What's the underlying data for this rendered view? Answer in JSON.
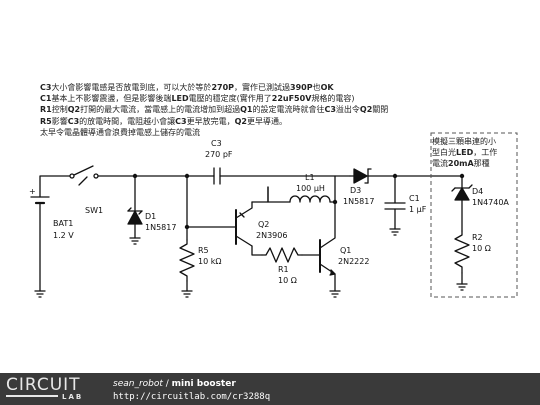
{
  "notes": {
    "lines": [
      [
        {
          "t": "C3",
          "b": true
        },
        {
          "t": "大小會影響電感是否放電到底，可以大於等於"
        },
        {
          "t": "270P",
          "b": true
        },
        {
          "t": "，實作已測試過"
        },
        {
          "t": "390P",
          "b": true
        },
        {
          "t": "也"
        },
        {
          "t": "OK",
          "b": true
        }
      ],
      [
        {
          "t": "C1",
          "b": true
        },
        {
          "t": "基本上不影響震盪，但是影響後端"
        },
        {
          "t": "LED",
          "b": true
        },
        {
          "t": "電壓的穩定度("
        },
        {
          "t": "實作用了",
          "b": false
        },
        {
          "t": "22uF50V",
          "b": true
        },
        {
          "t": "規格的電容)"
        }
      ],
      [
        {
          "t": "R1",
          "b": true
        },
        {
          "t": "控制"
        },
        {
          "t": "Q2",
          "b": true
        },
        {
          "t": "打開的最大電流，當電感上的電流增加到超過"
        },
        {
          "t": "Q1",
          "b": true
        },
        {
          "t": "的設定電流時就會往"
        },
        {
          "t": "C3",
          "b": true
        },
        {
          "t": "溢出令"
        },
        {
          "t": "Q2",
          "b": true
        },
        {
          "t": "關閉"
        }
      ],
      [
        {
          "t": "R5",
          "b": true
        },
        {
          "t": "影響"
        },
        {
          "t": "C3",
          "b": true
        },
        {
          "t": "的放電時間，電阻越小會讓"
        },
        {
          "t": "C3",
          "b": true
        },
        {
          "t": "更早放完電，"
        },
        {
          "t": "Q2",
          "b": true
        },
        {
          "t": "更早導通。"
        }
      ],
      [
        {
          "t": "太早令電晶體導通會浪費掉電感上儲存的電流"
        }
      ]
    ]
  },
  "dash_note": {
    "lines": [
      [
        {
          "t": "模擬三顆串連的小"
        }
      ],
      [
        {
          "t": "型白光"
        },
        {
          "t": "LED",
          "b": true
        },
        {
          "t": "，工作"
        }
      ],
      [
        {
          "t": "電流"
        },
        {
          "t": "20mA",
          "b": true
        },
        {
          "t": "那種"
        }
      ]
    ]
  },
  "components": {
    "bat1": {
      "ref": "BAT1",
      "value": "1.2 V"
    },
    "sw1": {
      "ref": "SW1"
    },
    "d1": {
      "ref": "D1",
      "value": "1N5817"
    },
    "c3": {
      "ref": "C3",
      "value": "270 pF"
    },
    "l1": {
      "ref": "L1",
      "value": "100 µH"
    },
    "d3": {
      "ref": "D3",
      "value": "1N5817"
    },
    "c1": {
      "ref": "C1",
      "value": "1 µF"
    },
    "d4": {
      "ref": "D4",
      "value": "1N4740A"
    },
    "r2": {
      "ref": "R2",
      "value": "10 Ω"
    },
    "q2": {
      "ref": "Q2",
      "value": "2N3906"
    },
    "r5": {
      "ref": "R5",
      "value": "10 kΩ"
    },
    "r1": {
      "ref": "R1",
      "value": "10 Ω"
    },
    "q1": {
      "ref": "Q1",
      "value": "2N2222"
    }
  },
  "footer": {
    "logo_top": "CIRCUIT",
    "logo_bottom": "LAB",
    "author": "sean_robot",
    "separator": " / ",
    "title": "mini booster",
    "url": "http://circuitlab.com/cr3288q"
  },
  "colors": {
    "wire": "#111111",
    "footer_bg": "#3a3a3a",
    "dash": "#555555"
  }
}
